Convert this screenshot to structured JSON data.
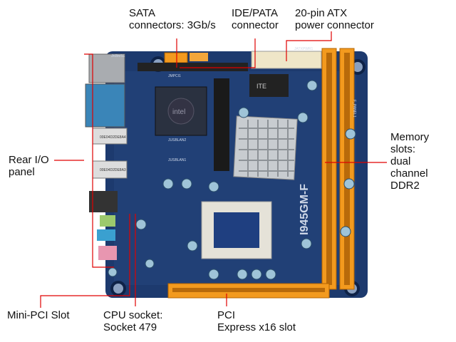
{
  "labels": {
    "sata": [
      "SATA",
      "connectors: 3Gb/s"
    ],
    "ide": [
      "IDE/PATA",
      "connector"
    ],
    "atx": [
      "20-pin ATX",
      "power connector"
    ],
    "rear_io": [
      "Rear I/O",
      "panel"
    ],
    "memory": [
      "Memory",
      "slots:",
      "dual",
      "channel",
      "DDR2"
    ],
    "mini_pci": [
      "Mini-PCI Slot"
    ],
    "cpu": [
      "CPU socket:",
      "Socket 479"
    ],
    "pcie": [
      "PCI",
      "Express x16 slot"
    ]
  },
  "board_text": {
    "silkscreen_model": "I945GM-F",
    "panel_header": "JKBMS1",
    "mini_pci_header": "JMPCI1",
    "atx_header": "JATXPWR1",
    "chip_brand": "intel",
    "ite_chip": "ITE",
    "mac_sticker_1": "00E04D2DE8A4",
    "mac_sticker_2": "00E04D2DE8A3",
    "usb_header_1": "JUSBLAN2",
    "usb_header_2": "JUSBLAN1",
    "front_panel": "F_PANEL1"
  },
  "colors": {
    "callout_line": "#e00000",
    "board": "#1d3a6e",
    "slot": "#f39a1e"
  }
}
